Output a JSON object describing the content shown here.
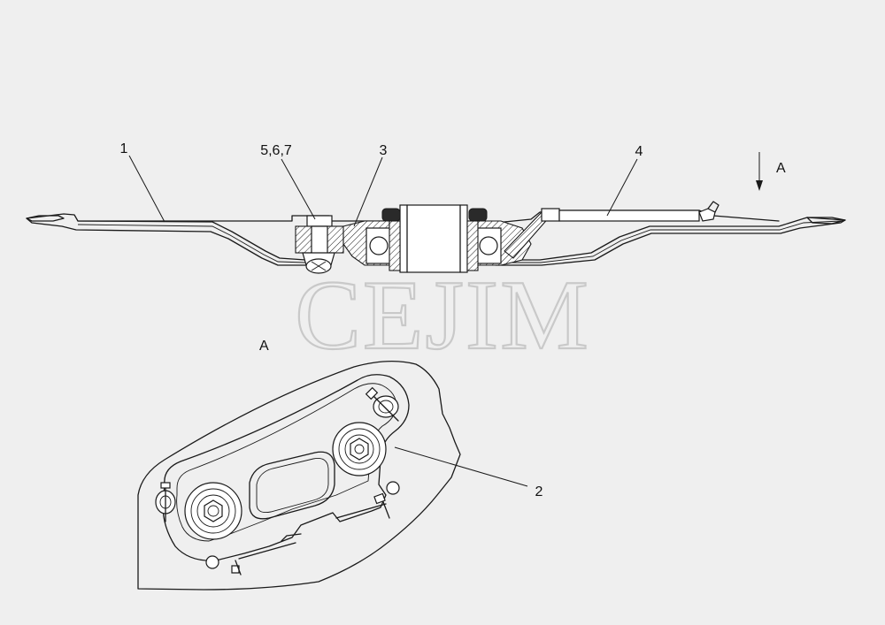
{
  "watermark": "CEJIM",
  "view_label": "A",
  "view_arrow_label": "A",
  "callouts": {
    "c1": "1",
    "c2": "2",
    "c3": "3",
    "c4": "4",
    "c567": "5,6,7"
  },
  "colors": {
    "background": "#efefef",
    "line": "#1a1a1a",
    "watermark": "#c9c9c9"
  }
}
